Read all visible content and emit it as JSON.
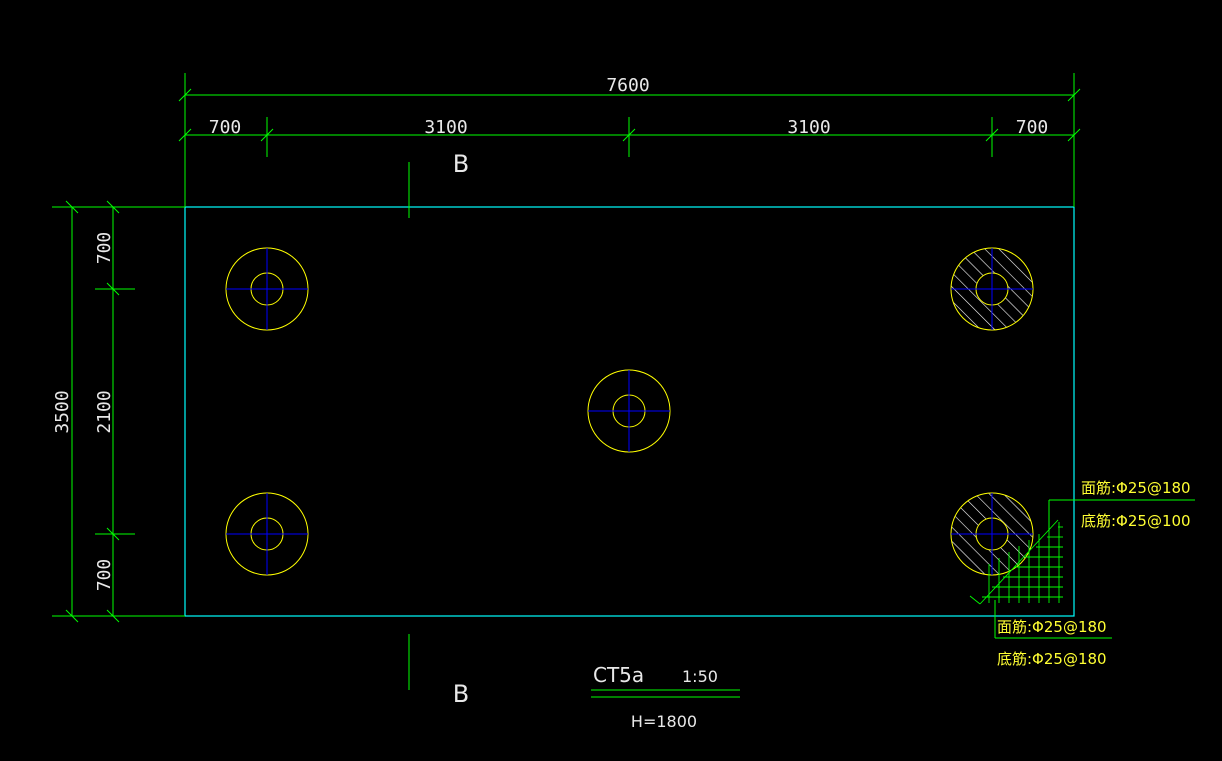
{
  "dimensions": {
    "overall_length": "7600",
    "left_edge": "700",
    "left_span": "3100",
    "right_span": "3100",
    "right_edge": "700",
    "overall_width": "3500",
    "top_edge": "700",
    "middle_span": "2100",
    "bottom_edge": "700"
  },
  "section": {
    "top_label": "B",
    "bottom_label": "B"
  },
  "rebar": {
    "right_top": "面筋:Φ25@180",
    "right_bottom": "底筋:Φ25@100",
    "lower_top": "面筋:Φ25@180",
    "lower_bottom": "底筋:Φ25@180"
  },
  "title": {
    "name": "CT5a",
    "scale": "1:50",
    "height": "H=1800"
  },
  "colors": {
    "background": "#000000",
    "outline": "#00ffff",
    "dimension": "#00ff00",
    "pile": "#ffff00",
    "centerline": "#0000ff",
    "text": "#e8e8e8",
    "rebar_text": "#ffff33"
  }
}
